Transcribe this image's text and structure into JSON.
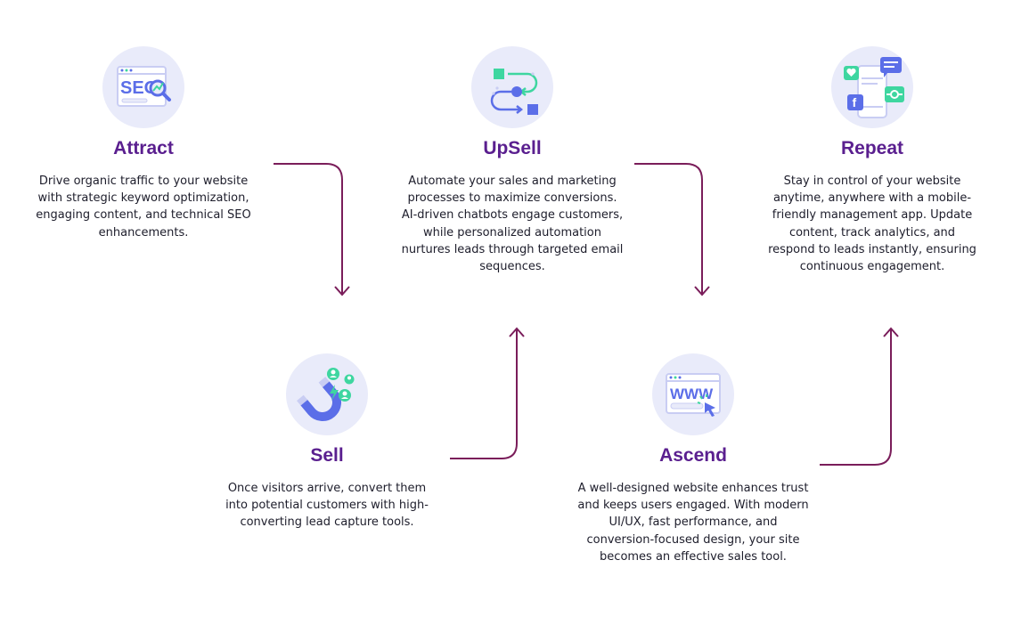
{
  "steps": [
    {
      "id": "attract",
      "title": "Attract",
      "icon": "seo-search-icon",
      "description": "Drive organic traffic to your website with strategic keyword optimization, engaging content, and technical SEO enhancements."
    },
    {
      "id": "sell",
      "title": "Sell",
      "icon": "magnet-users-icon",
      "description": "Once visitors arrive, convert them into potential customers with high-converting lead capture tools."
    },
    {
      "id": "upsell",
      "title": "UpSell",
      "icon": "automation-flow-icon",
      "description": "Automate your sales and marketing processes to maximize conversions. AI-driven chatbots engage customers, while personalized automation nurtures leads through targeted email sequences."
    },
    {
      "id": "ascend",
      "title": "Ascend",
      "icon": "www-browser-icon",
      "description": "A well-designed website enhances trust and keeps users engaged. With modern UI/UX, fast performance, and conversion-focused design, your site becomes an effective sales tool."
    },
    {
      "id": "repeat",
      "title": "Repeat",
      "icon": "mobile-app-icon",
      "description": "Stay in control of your website anytime, anywhere with a mobile-friendly management app. Update content, track analytics, and respond to leads instantly, ensuring continuous engagement."
    }
  ],
  "icon_text": {
    "seo": "SEO",
    "www": "WWW",
    "facebook": "f"
  },
  "colors": {
    "title": "#5a1f8f",
    "connector": "#7a1d5a",
    "icon_bg": "#e9ebfa",
    "icon_primary": "#5b6ee8",
    "icon_accent": "#3ed6a0"
  }
}
